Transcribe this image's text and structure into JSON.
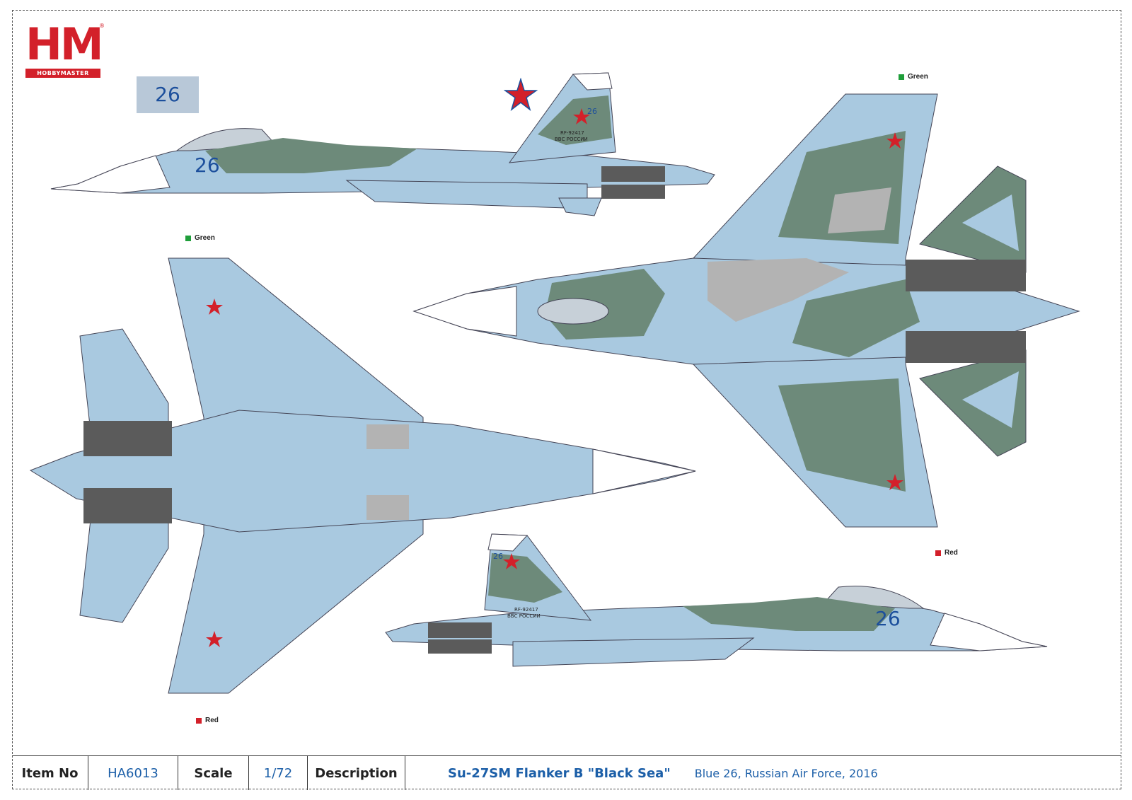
{
  "brand": {
    "logo_text": "HM",
    "logo_subtext": "HOBBYMASTER"
  },
  "colors": {
    "brand_red": "#d3202a",
    "camo_blue": "#a9c9e0",
    "camo_green": "#6d8a7a",
    "camo_grey": "#b3b3b3",
    "engine_grey": "#5b5b5b",
    "text_blue": "#1c5fa8"
  },
  "side_number": "26",
  "registration": "RF-92417",
  "air_force_text": "ВВС РОССИИ",
  "legends": {
    "top_left_green": "Green",
    "top_right_green": "Green",
    "bottom_left_red": "Red",
    "right_red": "Red"
  },
  "info_bar": {
    "item_label": "Item No",
    "item_value": "HA6013",
    "scale_label": "Scale",
    "scale_value": "1/72",
    "description_label": "Description",
    "description_main": "Su-27SM Flanker B \"Black Sea\"",
    "description_sub": "Blue 26, Russian Air Force, 2016"
  },
  "icons": [
    "red-star-icon",
    "logo-icon"
  ]
}
